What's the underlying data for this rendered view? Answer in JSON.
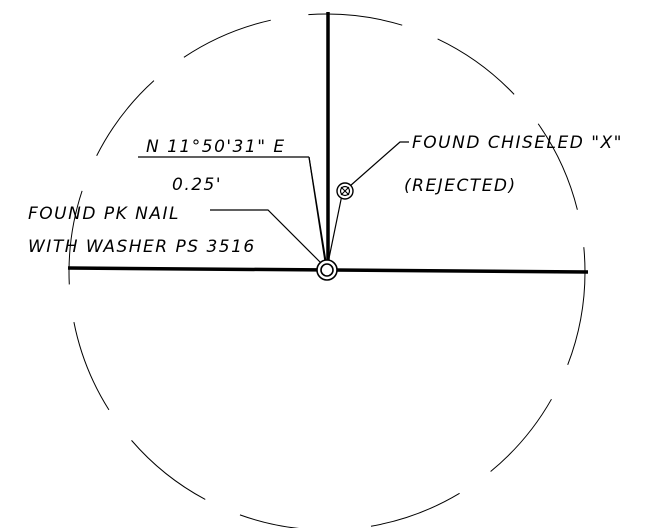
{
  "callouts": {
    "bearing": "N 11°50'31\" E",
    "distance": "0.25'",
    "found_chiseled_line1": "FOUND CHISELED \"X\"",
    "found_chiseled_line2": "(REJECTED)",
    "found_pk_line1": "FOUND PK NAIL",
    "found_pk_line2": "WITH WASHER PS 3516"
  },
  "colors": {
    "ink": "#000000",
    "background": "#ffffff"
  },
  "markers": {
    "found_monument": "double-circle-icon",
    "rejected_monument": "circle-with-x-icon"
  }
}
